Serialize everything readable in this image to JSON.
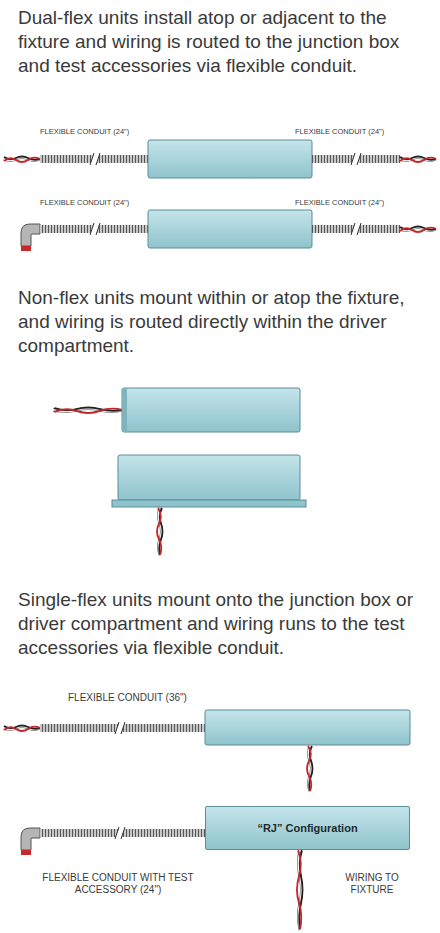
{
  "diagram": {
    "nodes": [
      {
        "text": [
          "“RJ” Configuration"
        ]
      }
    ],
    "labels": [
      "Dual-flex units install atop or adjacent to the fixture and wiring is routed to the junction box and test accessories via flexible conduit.",
      "FLEXIBLE CONDUIT (24\")",
      "FLEXIBLE CONDUIT (24\")",
      "FLEXIBLE CONDUIT (24\")",
      "FLEXIBLE CONDUIT (24\")",
      "Non-flex units mount within or atop the fixture, and wiring is routed directly within the driver compartment.",
      "Single-flex units mount onto the junction box or driver compartment and wiring runs to the test accessories via flexible conduit.",
      "FLEXIBLE CONDUIT (36\")",
      "FLEXIBLE CONDUIT WITH TEST ACCESSORY (24\")",
      "WIRING TO FIXTURE"
    ]
  }
}
